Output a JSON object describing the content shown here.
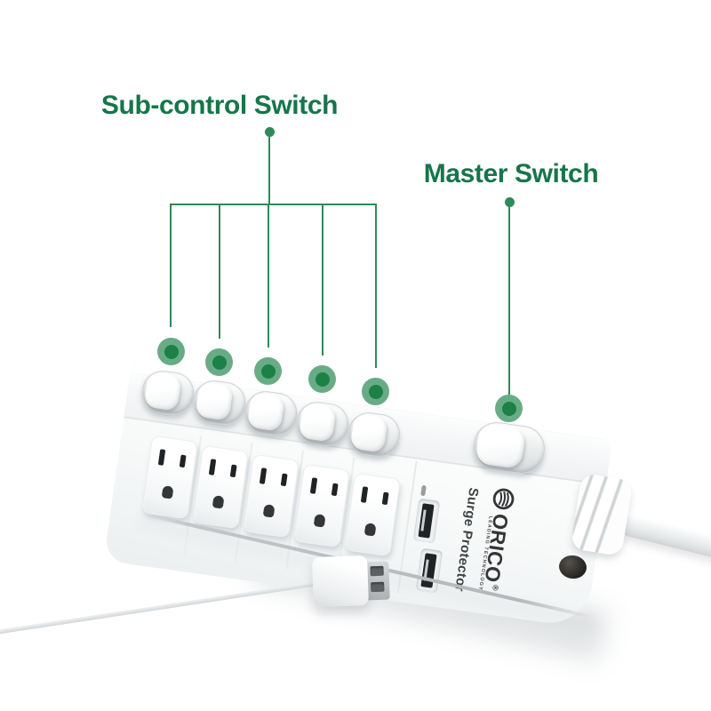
{
  "callouts": {
    "sub_control": {
      "label": "Sub-control Switch",
      "target_count": 5
    },
    "master": {
      "label": "Master Switch",
      "target_count": 1
    }
  },
  "branding": {
    "name": "ORICO",
    "tagline": "LEADING TECHNOLOGY",
    "registered_mark": "®",
    "product_type": "Surge Protector"
  },
  "device": {
    "ac_outlets": 5,
    "sub_control_switches": 5,
    "master_switches": 1,
    "usb_ports": 2,
    "reset_buttons": 1,
    "power_cords": 1,
    "usb_plugs": 1
  },
  "colors": {
    "background": "#ffffff",
    "label_text": "#17754a",
    "callout_line": "#2f8a5a",
    "dot_outer": "#68ac86",
    "dot_inner": "#1d8047",
    "device_body": "#ffffff",
    "usb_slot": "#202325",
    "reset_button": "#242320"
  }
}
